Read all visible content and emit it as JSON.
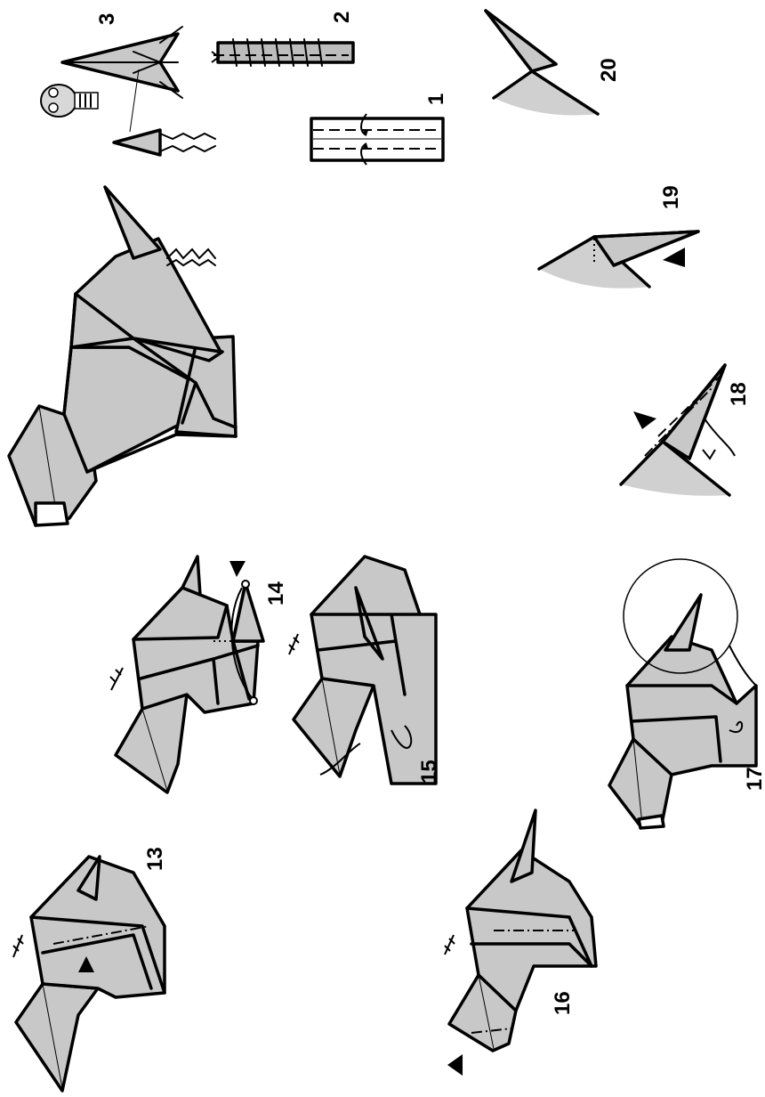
{
  "steps": [
    {
      "id": "step-1",
      "label": "1"
    },
    {
      "id": "step-2",
      "label": "2"
    },
    {
      "id": "step-3",
      "label": "3"
    },
    {
      "id": "step-13",
      "label": "13"
    },
    {
      "id": "step-14",
      "label": "14"
    },
    {
      "id": "step-15",
      "label": "15"
    },
    {
      "id": "step-16",
      "label": "16"
    },
    {
      "id": "step-17",
      "label": "17"
    },
    {
      "id": "step-18",
      "label": "18"
    },
    {
      "id": "step-19",
      "label": "19"
    },
    {
      "id": "step-20",
      "label": "20"
    }
  ],
  "colors": {
    "paper": "#c8c8c8",
    "line": "#000000",
    "background": "#ffffff"
  },
  "icons": [
    "gas-mask-icon",
    "push-arrow-icon",
    "mountain-fold-symbol",
    "valley-fold-symbol"
  ]
}
